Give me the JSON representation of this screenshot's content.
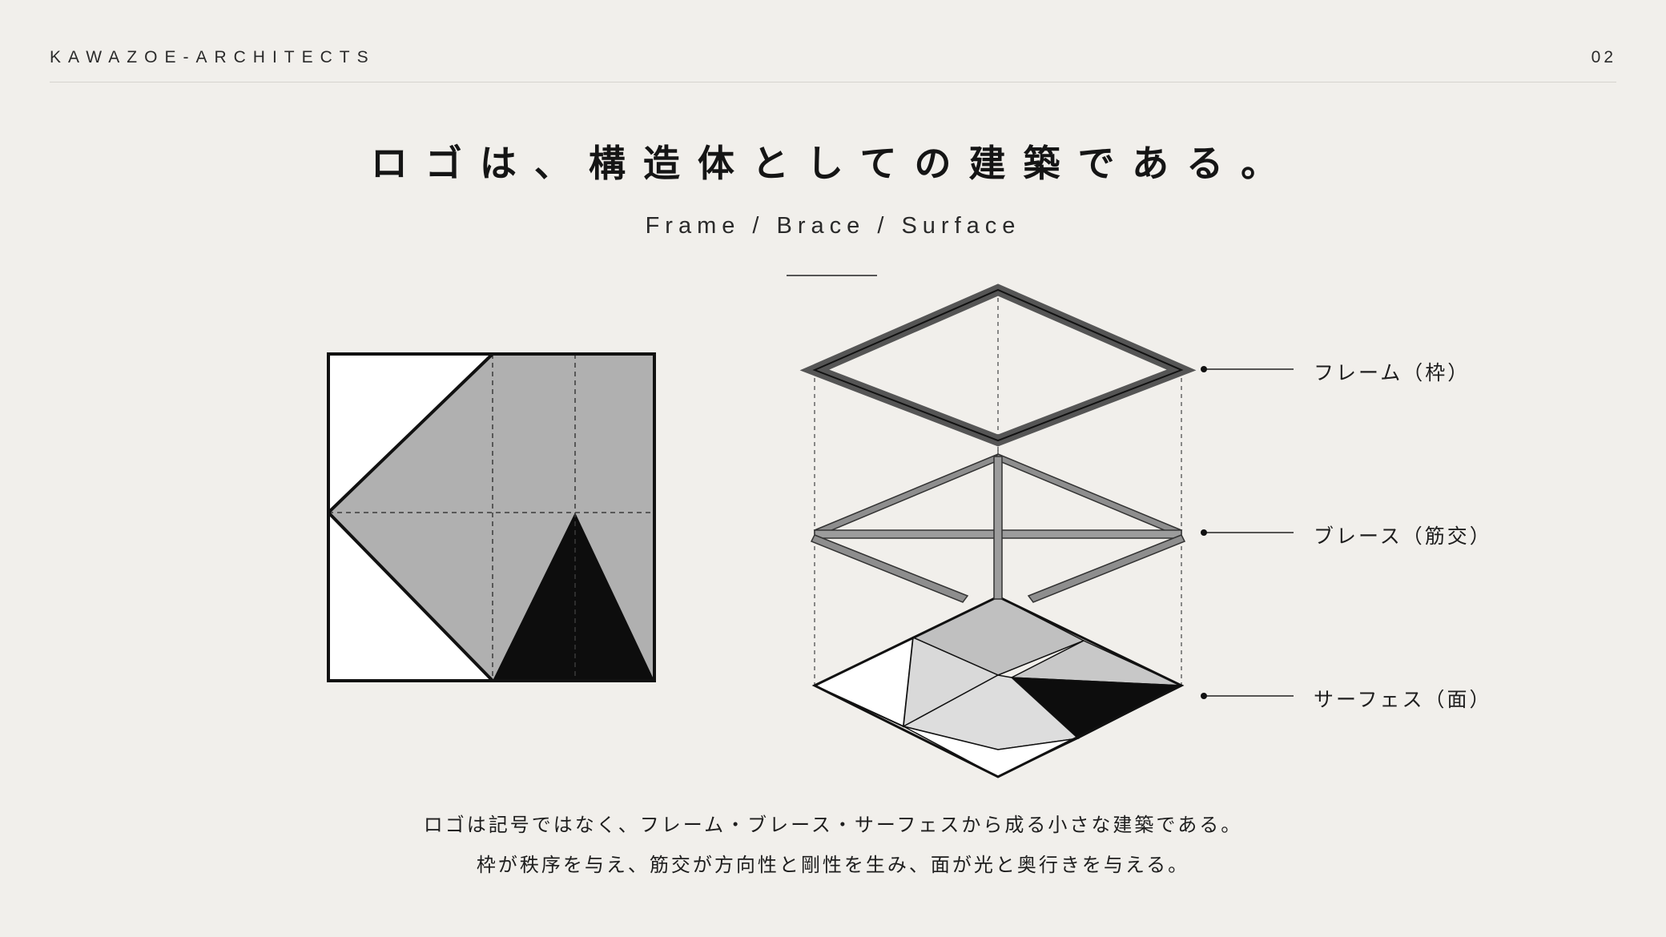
{
  "header": {
    "brand": "KAWAZOE-ARCHITECTS",
    "page_number": "02"
  },
  "title": "ロゴは、構造体としての建築である。",
  "subtitle": "Frame / Brace / Surface",
  "layers": [
    {
      "label": "フレーム（枠）"
    },
    {
      "label": "ブレース（筋交）"
    },
    {
      "label": "サーフェス（面）"
    }
  ],
  "description": [
    "ロゴは記号ではなく、フレーム・ブレース・サーフェスから成る小さな建築である。",
    "枠が秩序を与え、筋交が方向性と剛性を生み、面が光と奥行きを与える。"
  ],
  "colors": {
    "background": "#f1efeb",
    "grey": "#b0b0b0",
    "black": "#0d0d0d",
    "white": "#ffffff",
    "light_grey": "#d9d9d9",
    "mid_grey": "#c0c0c0",
    "frame_bar": "#8e8e8e"
  }
}
